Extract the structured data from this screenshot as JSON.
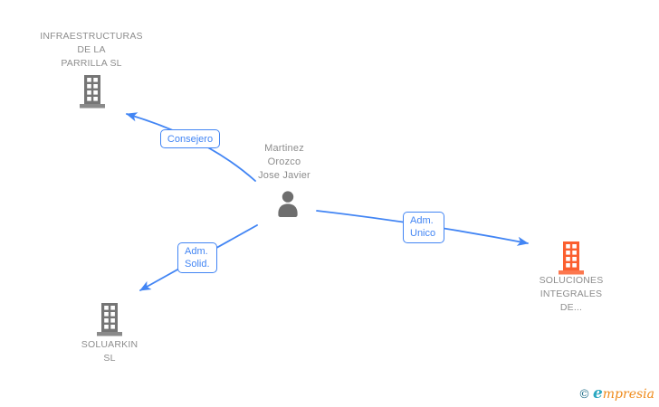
{
  "colors": {
    "accent": "#4285f4",
    "node_text": "#8d8d8d",
    "icon_gray": "#757575",
    "icon_person": "#6e6e6e",
    "icon_orange": "#fb5f2f",
    "logo_teal": "#2aa7c0",
    "logo_copyright": "#23708b",
    "logo_orange": "#ef8a1a",
    "background": "#ffffff"
  },
  "diagram": {
    "person": {
      "name_lines": [
        "Martinez",
        "Orozco",
        "Jose Javier"
      ]
    },
    "companies": [
      {
        "name_lines": [
          "INFRAESTRUCTURAS",
          "DE LA",
          "PARRILLA SL"
        ],
        "icon_color": "#757575"
      },
      {
        "name_lines": [
          "SOLUARKIN",
          "SL"
        ],
        "icon_color": "#757575"
      },
      {
        "name_lines": [
          "SOLUCIONES",
          "INTEGRALES",
          "DE..."
        ],
        "icon_color": "#fb5f2f"
      }
    ],
    "relationships": [
      {
        "label_lines": [
          "Consejero"
        ],
        "from": "Martinez Orozco Jose Javier",
        "to": "INFRAESTRUCTURAS DE LA PARRILLA SL"
      },
      {
        "label_lines": [
          "Adm.",
          "Solid."
        ],
        "from": "Martinez Orozco Jose Javier",
        "to": "SOLUARKIN SL"
      },
      {
        "label_lines": [
          "Adm.",
          "Unico"
        ],
        "from": "Martinez Orozco Jose Javier",
        "to": "SOLUCIONES INTEGRALES DE..."
      }
    ]
  },
  "footer": {
    "copyright_symbol": "©",
    "brand_initial": "e",
    "brand_rest": "mpresia"
  }
}
